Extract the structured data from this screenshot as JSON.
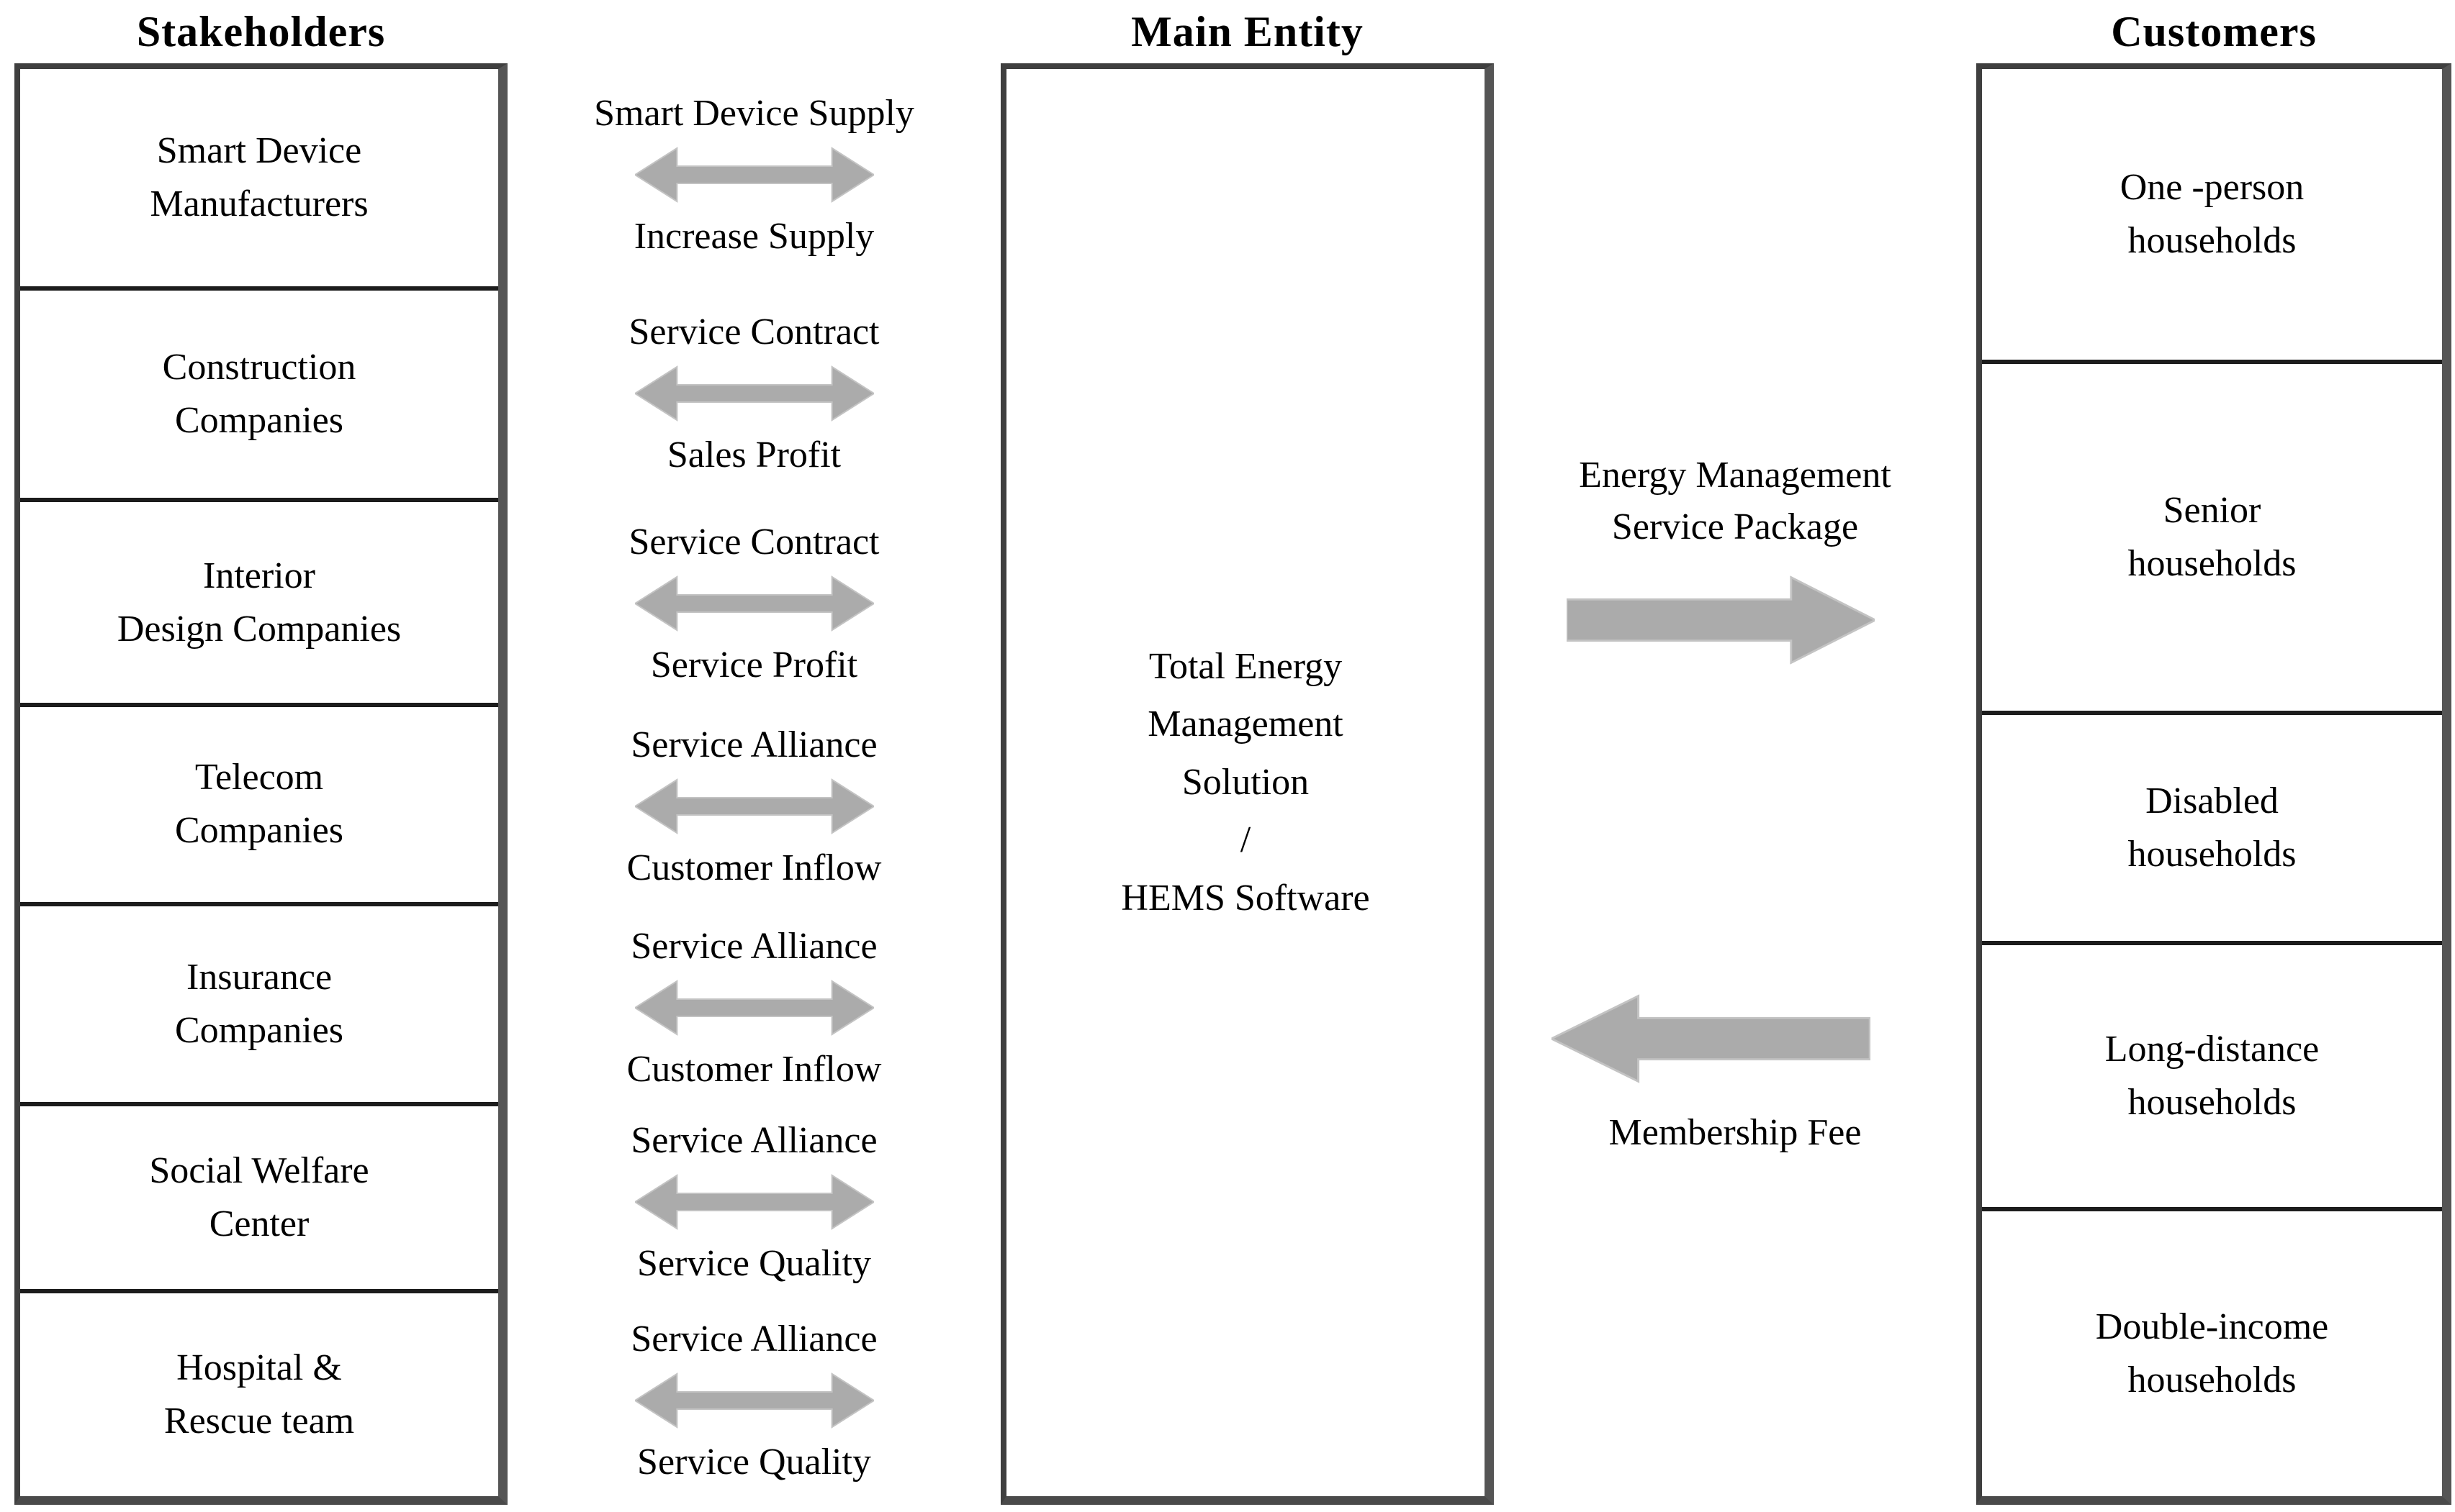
{
  "palette": {
    "arrow_fill": "#ababab",
    "arrow_edge": "#c3c3c3",
    "box_border": "#3f3f3f",
    "separator": "#1c1c1c",
    "text": "#000000",
    "background": "#ffffff"
  },
  "icons": {
    "exchange": "double-arrow-icon",
    "to_customers": "arrow-right-icon",
    "from_customers": "arrow-left-icon"
  },
  "headers": {
    "stakeholders": "Stakeholders",
    "main_entity": "Main Entity",
    "customers": "Customers"
  },
  "stakeholders": {
    "items": [
      {
        "label": "Smart Device\nManufacturers"
      },
      {
        "label": "Construction\nCompanies"
      },
      {
        "label": "Interior\nDesign Companies"
      },
      {
        "label": "Telecom\nCompanies"
      },
      {
        "label": "Insurance\nCompanies"
      },
      {
        "label": "Social Welfare\nCenter"
      },
      {
        "label": "Hospital &\nRescue team"
      }
    ]
  },
  "exchanges": [
    {
      "give": "Smart Device Supply",
      "get": "Increase Supply"
    },
    {
      "give": "Service Contract",
      "get": "Sales Profit"
    },
    {
      "give": "Service Contract",
      "get": "Service Profit"
    },
    {
      "give": "Service Alliance",
      "get": "Customer Inflow"
    },
    {
      "give": "Service Alliance",
      "get": "Customer Inflow"
    },
    {
      "give": "Service Alliance",
      "get": "Service Quality"
    },
    {
      "give": "Service Alliance",
      "get": "Service Quality"
    }
  ],
  "main_entity": {
    "label": "Total Energy\nManagement\nSolution\n/\nHEMS Software"
  },
  "customer_flows": {
    "to_customers": "Energy Management\nService Package",
    "from_customers": "Membership Fee"
  },
  "customers": {
    "items": [
      {
        "label": "One -person\nhouseholds"
      },
      {
        "label": "Senior\nhouseholds"
      },
      {
        "label": "Disabled\nhouseholds"
      },
      {
        "label": "Long-distance\nhouseholds"
      },
      {
        "label": "Double-income\nhouseholds"
      }
    ]
  }
}
